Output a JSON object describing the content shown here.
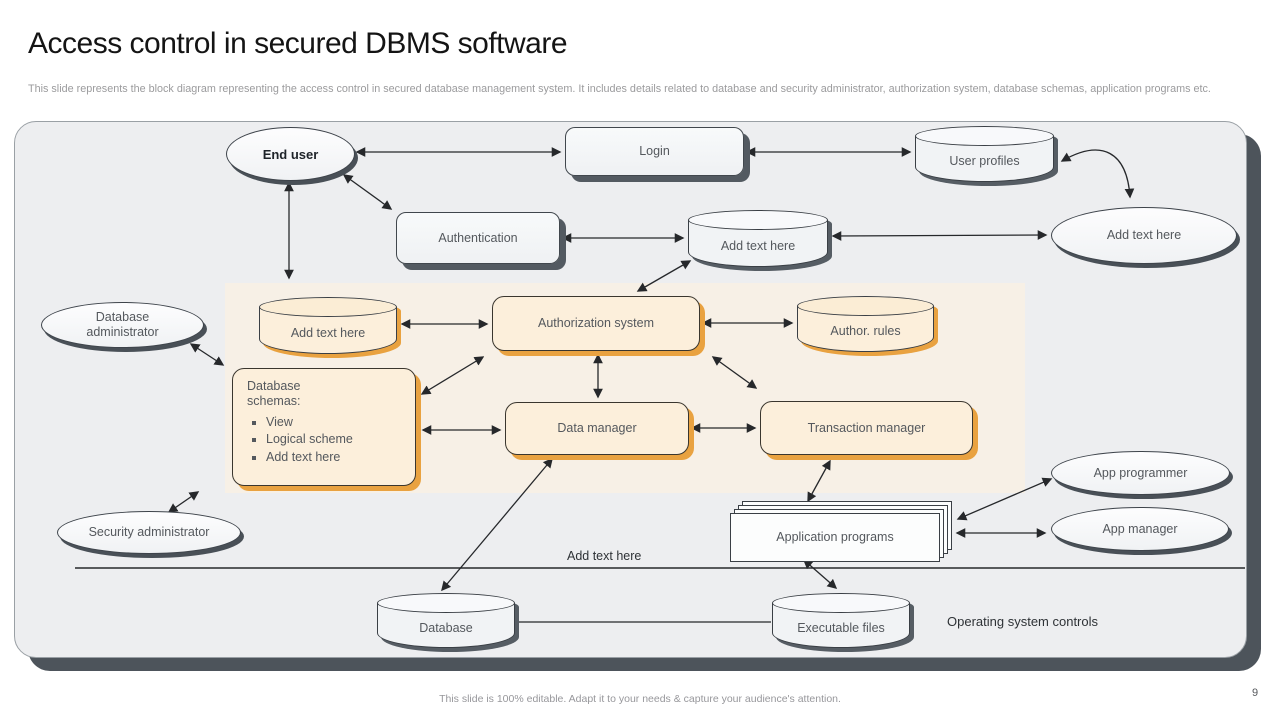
{
  "slide": {
    "title": "Access control in secured DBMS software",
    "subtitle": "This slide represents the block diagram representing the access control in secured database management system. It includes details related to database and security administrator, authorization system, database schemas, application programs etc.",
    "footer": "This slide is 100% editable. Adapt it to your needs & capture your audience's attention.",
    "page_number": "9"
  },
  "colors": {
    "panel_fill": "#EDEEF0",
    "panel_shadow": "#4D545B",
    "beige_region": "#F7F0E6",
    "orange_fill": "#FCEFDB",
    "orange_shadow": "#E9A240",
    "arrow": "#26282B"
  },
  "nodes": {
    "end_user": "End user",
    "login": "Login",
    "user_profiles": "User profiles",
    "add_text_right_ellipse": "Add text here",
    "authentication": "Authentication",
    "add_text_center_cylinder": "Add text here",
    "database_administrator": "Database administrator",
    "add_text_orange_cylinder": "Add text here",
    "authorization_system": "Authorization  system",
    "author_rules": "Author. rules",
    "data_manager": "Data manager",
    "transaction_manager": "Transaction manager",
    "database_schemas_title": "Database schemas:",
    "schemas_items": [
      "View",
      "Logical scheme",
      "Add text here"
    ],
    "security_administrator": "Security administrator",
    "app_programmer": "App programmer",
    "app_manager": "App manager",
    "application_programs": "Application programs",
    "database": "Database",
    "executable_files": "Executable files",
    "add_text_label": "Add text here",
    "operating_system_controls": "Operating system controls"
  }
}
